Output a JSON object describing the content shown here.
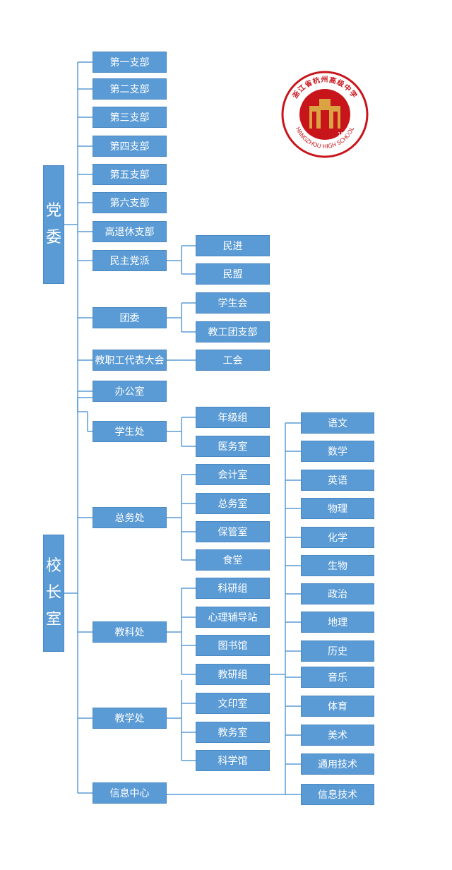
{
  "roots": {
    "party": [
      "党",
      "委"
    ],
    "principal": [
      "校",
      "长",
      "室"
    ]
  },
  "party_branches": [
    "第一支部",
    "第二支部",
    "第三支部",
    "第四支部",
    "第五支部",
    "第六支部",
    "高退休支部"
  ],
  "democratic": {
    "label": "民主党派",
    "children": [
      "民进",
      "民盟"
    ]
  },
  "league": {
    "label": "团委",
    "children": [
      "学生会",
      "教工团支部"
    ]
  },
  "congress": {
    "label": "教职工代表大会",
    "children": [
      "工会"
    ]
  },
  "office": "办公室",
  "student_affairs": {
    "label": "学生处",
    "children": [
      "年级组",
      "医务室"
    ]
  },
  "general_affairs": {
    "label": "总务处",
    "children": [
      "会计室",
      "总务室",
      "保管室",
      "食堂"
    ]
  },
  "research": {
    "label": "教科处",
    "children": [
      "科研组",
      "心理辅导站",
      "图书馆",
      "教研组"
    ]
  },
  "teaching": {
    "label": "教学处",
    "children": [
      "文印室",
      "教务室",
      "科学馆"
    ]
  },
  "info_center": "信息中心",
  "subjects": [
    "语文",
    "数学",
    "英语",
    "物理",
    "化学",
    "生物",
    "政治",
    "地理",
    "历史",
    "音乐",
    "体育",
    "美术",
    "通用技术",
    "信息技术"
  ],
  "logo": {
    "text_cn": "浙江省杭州高级中学",
    "text_en": "HANGZHOU HIGH SCHOOL",
    "year": "1899"
  },
  "colors": {
    "box": "#5b9bd5",
    "line": "#5b9bd5",
    "logo_red": "#c8151b",
    "logo_gold": "#d9a441"
  }
}
